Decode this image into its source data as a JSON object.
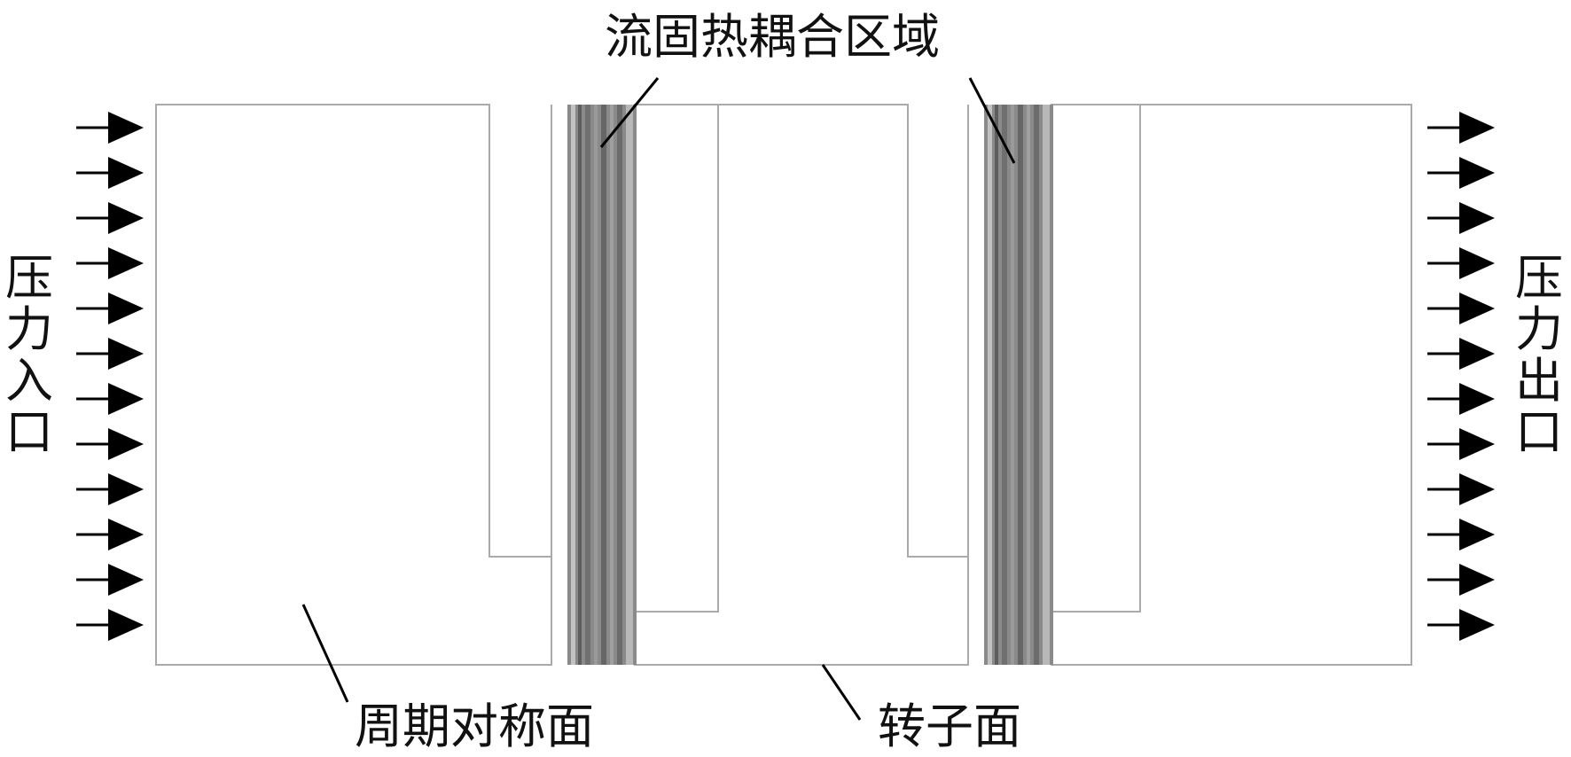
{
  "labels": {
    "coupling_region": "流固热耦合区域",
    "periodic_symmetry": "周期对称面",
    "rotor_surface": "转子面",
    "inlet": [
      "压",
      "力",
      "入",
      "口"
    ],
    "outlet": [
      "压",
      "力",
      "出",
      "口"
    ]
  },
  "arrows": {
    "inlet_count": 12,
    "outlet_count": 12,
    "color": "#000000"
  },
  "colors": {
    "outline": "#aaaaaa",
    "solid_dark": "#707070",
    "solid_light": "#b0b0b0",
    "leader": "#000000"
  }
}
